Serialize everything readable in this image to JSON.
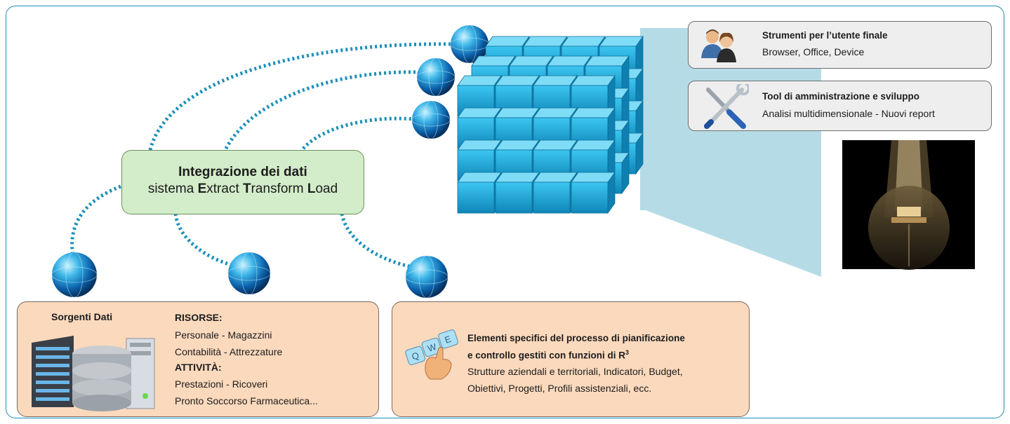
{
  "etl": {
    "title": "Integrazione dei dati",
    "subtitle_parts": [
      "sistema ",
      "E",
      "xtract ",
      "T",
      "ransform ",
      "L",
      "oad"
    ]
  },
  "tools": [
    {
      "title": "Strumenti per l’utente finale",
      "subtitle": "Browser, Office, Device",
      "icon": "users-icon"
    },
    {
      "title": "Tool di amministrazione e sviluppo",
      "subtitle": "Analisi multidimensionale  -  Nuovi report",
      "icon": "tools-icon"
    }
  ],
  "sources": {
    "title": "Sorgenti Dati",
    "icon": "server-database-icon",
    "risorse_label": "RISORSE:",
    "risorse_lines": [
      "Personale - Magazzini",
      "Contabilità - Attrezzature"
    ],
    "attivita_label": "ATTIVITÀ:",
    "attivita_lines": [
      "Prestazioni - Ricoveri",
      "Pronto Soccorso  Farmaceutica..."
    ]
  },
  "planning": {
    "icon": "keyboard-hand-icon",
    "title_line1": "Elementi specifici del processo di pianificazione",
    "title_line2": "e controllo gestiti con funzioni di R",
    "title_sup": "3",
    "lines": [
      "Strutture aziendali e territoriali, Indicatori, Budget,",
      "Obiettivi,  Progetti, Profili assistenziali, ecc."
    ],
    "keys": [
      "Q",
      "W",
      "E"
    ]
  },
  "colors": {
    "accent": "#1b8fb8",
    "cube": "#1aa6d6",
    "etl_fill": "#d3ecc9",
    "source_fill": "#fbd9bd",
    "panel": "#b5dbe6"
  }
}
